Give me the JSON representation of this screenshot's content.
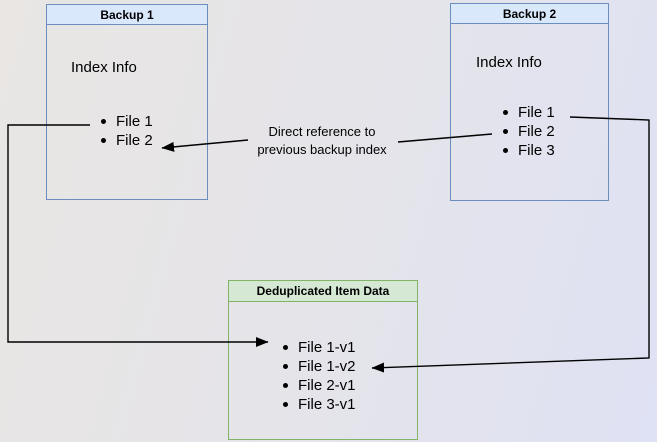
{
  "diagram": {
    "backup1": {
      "title": "Backup 1",
      "subtitle": "Index Info",
      "files": [
        "File 1",
        "File 2"
      ]
    },
    "backup2": {
      "title": "Backup 2",
      "subtitle": "Index Info",
      "files": [
        "File 1",
        "File 2",
        "File 3"
      ]
    },
    "dedup": {
      "title": "Deduplicated Item Data",
      "files": [
        "File 1-v1",
        "File 1-v2",
        "File 2-v1",
        "File 3-v1"
      ]
    },
    "annotation": {
      "line1": "Direct reference to",
      "line2": "previous backup index"
    },
    "colors": {
      "blue_box_border": "#6c8ebf",
      "blue_box_header_fill": "#dae8fc",
      "green_box_border": "#82b366",
      "green_box_header_fill": "#d5e8d4",
      "arrow": "#000000",
      "background_start": "#e9e6e4",
      "background_end": "#dfe2f4"
    }
  }
}
